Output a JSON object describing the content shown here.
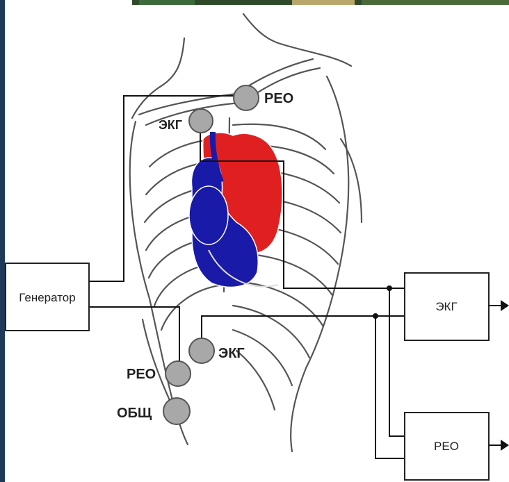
{
  "boxes": {
    "generator": "Генератор",
    "ecg_output": "ЭКГ",
    "reo_output": "РЕО"
  },
  "electrodes": {
    "reo_top": "РЕО",
    "ecg_top": "ЭКГ",
    "ecg_bottom": "ЭКГ",
    "reo_bottom": "РЕО",
    "common": "ОБЩ"
  },
  "colors": {
    "frame_bar": "#1d3a5a",
    "heart_left": "#e02020",
    "heart_right": "#1a1aa8",
    "electrode": "#a8a8a8",
    "wire": "#111111"
  },
  "icons": {
    "torso": "chest-ribcage-drawing",
    "heart": "heart-drawing",
    "output_arrow": "arrow-right-icon"
  }
}
